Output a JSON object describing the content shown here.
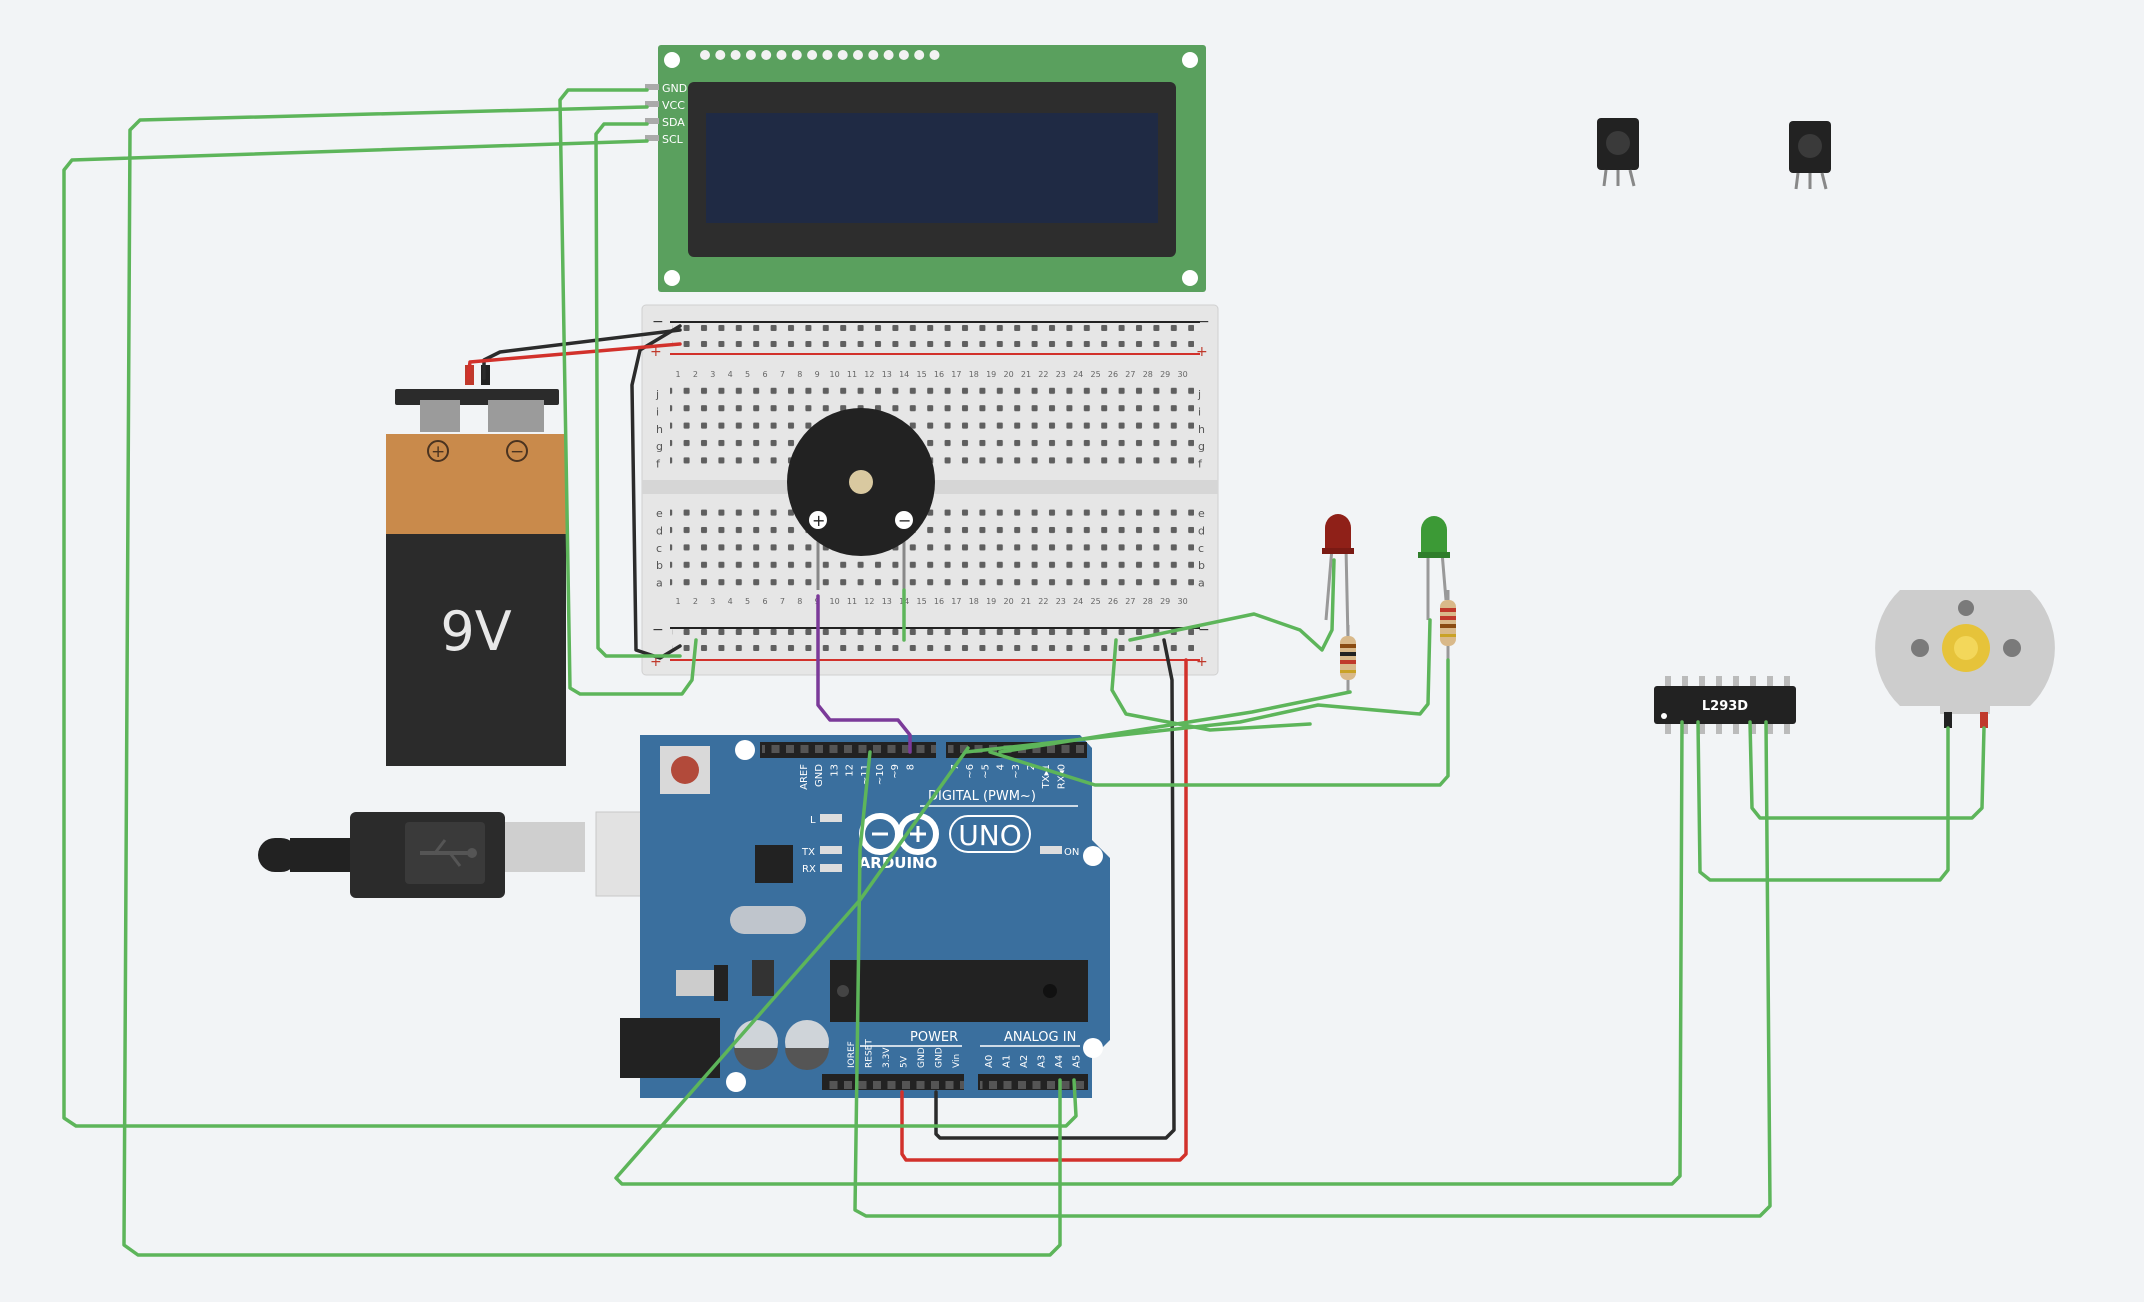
{
  "lcd": {
    "pins": [
      "GND",
      "VCC",
      "SDA",
      "SCL"
    ]
  },
  "breadboard": {
    "rail_minus": "−",
    "rail_plus": "+",
    "rows_top": [
      "j",
      "i",
      "h",
      "g",
      "f"
    ],
    "rows_bottom": [
      "e",
      "d",
      "c",
      "b",
      "a"
    ],
    "column_count": 30
  },
  "battery": {
    "label": "9V",
    "plus": "+",
    "minus": "−"
  },
  "arduino": {
    "model": "UNO",
    "brand": "ARDUINO",
    "digital_label": "DIGITAL (PWM~)",
    "power_label": "POWER",
    "analog_label": "ANALOG IN",
    "led_l": "L",
    "led_tx": "TX",
    "led_rx": "RX",
    "led_on": "ON",
    "digital_pins_left": [
      "AREF",
      "GND",
      "13",
      "12",
      "~11",
      "~10",
      "~9",
      "8"
    ],
    "digital_pins_right": [
      "7",
      "~6",
      "~5",
      "4",
      "~3",
      "2",
      "TX▸1",
      "RX◂0"
    ],
    "power_pins": [
      "IOREF",
      "RESET",
      "3.3V",
      "5V",
      "GND",
      "GND",
      "Vin"
    ],
    "analog_pins": [
      "A0",
      "A1",
      "A2",
      "A3",
      "A4",
      "A5"
    ]
  },
  "ic": {
    "label": "L293D"
  },
  "colors": {
    "wire_green": "#5db55a",
    "wire_red": "#d2312b",
    "wire_black": "#2b2b2b",
    "wire_purple": "#7b3a99",
    "board_blue": "#3a6f9e",
    "lcd_green": "#5aa05e",
    "lcd_screen": "#1f2a44"
  }
}
